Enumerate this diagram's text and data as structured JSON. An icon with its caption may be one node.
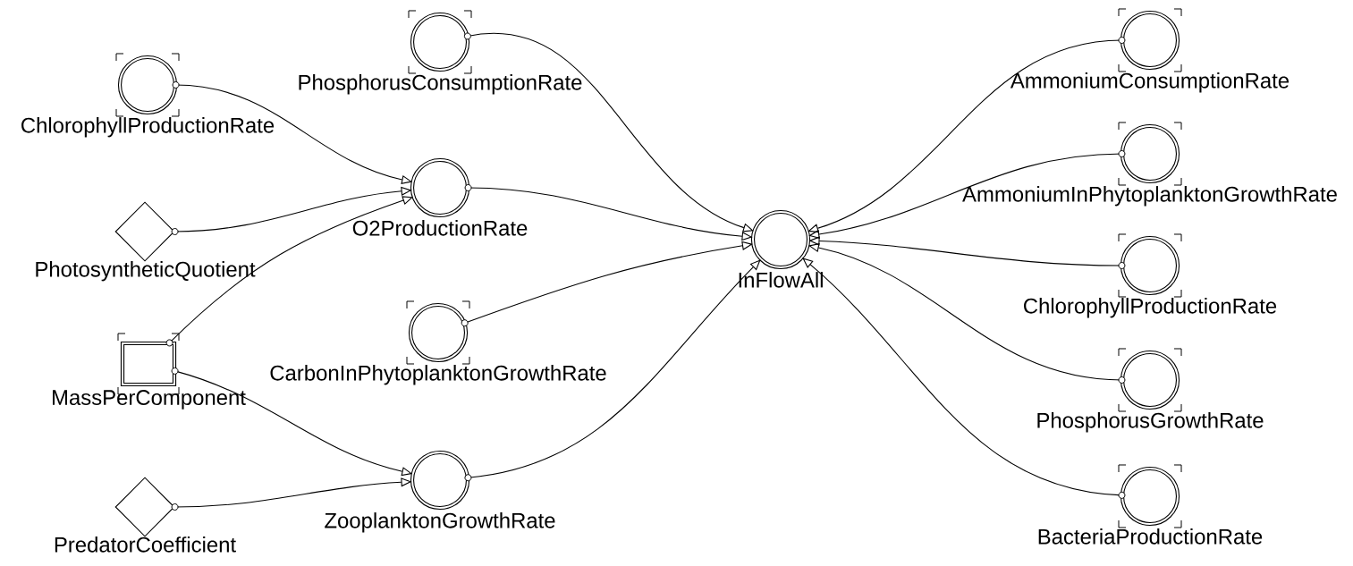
{
  "diagram": {
    "nodes": [
      {
        "text": [
          "ChlorophyllProductionRate"
        ]
      },
      {
        "text": [
          "PhosphorusConsumptionRate"
        ]
      },
      {
        "text": [
          "PhotosyntheticQuotient"
        ]
      },
      {
        "text": [
          "O2ProductionRate"
        ]
      },
      {
        "text": [
          "MassPerComponent"
        ]
      },
      {
        "text": [
          "CarbonInPhytoplanktonGrowthRate"
        ]
      },
      {
        "text": [
          "PredatorCoefficient"
        ]
      },
      {
        "text": [
          "ZooplanktonGrowthRate"
        ]
      },
      {
        "text": [
          "InFlowAll"
        ]
      },
      {
        "text": [
          "AmmoniumConsumptionRate"
        ]
      },
      {
        "text": [
          "AmmoniumInPhytoplanktonGrowthRate"
        ]
      },
      {
        "text": [
          "ChlorophyllProductionRate"
        ]
      },
      {
        "text": [
          "PhosphorusGrowthRate"
        ]
      },
      {
        "text": [
          "BacteriaProductionRate"
        ]
      }
    ],
    "edges": [
      {
        "from": 0,
        "to": 3,
        "arrow": "to"
      },
      {
        "from": 2,
        "to": 3,
        "arrow": "to"
      },
      {
        "from": 4,
        "to": 3,
        "arrow": "to"
      },
      {
        "from": 4,
        "to": 7,
        "arrow": "to"
      },
      {
        "from": 6,
        "to": 7,
        "arrow": "to"
      },
      {
        "from": 1,
        "to": 8,
        "arrow": "to"
      },
      {
        "from": 3,
        "to": 8,
        "arrow": "to"
      },
      {
        "from": 5,
        "to": 8,
        "arrow": "to"
      },
      {
        "from": 7,
        "to": 8,
        "arrow": "to"
      },
      {
        "from": 9,
        "to": 8,
        "arrow": "to"
      },
      {
        "from": 10,
        "to": 8,
        "arrow": "to"
      },
      {
        "from": 11,
        "to": 8,
        "arrow": "to"
      },
      {
        "from": 12,
        "to": 8,
        "arrow": "to"
      },
      {
        "from": 13,
        "to": 8,
        "arrow": "to"
      }
    ]
  }
}
